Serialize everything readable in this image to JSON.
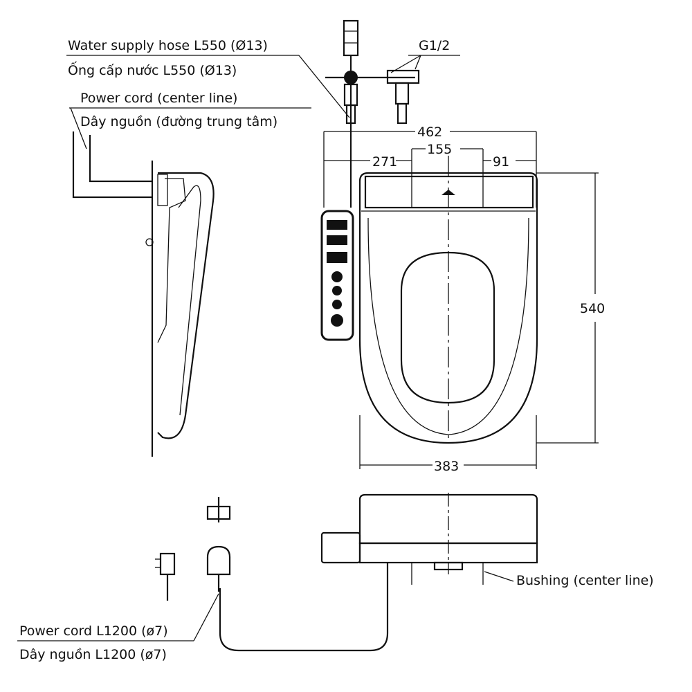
{
  "labels": {
    "water_hose_en": "Water supply hose L550 (Ø13)",
    "water_hose_vi": "Ống cấp nước L550 (Ø13)",
    "power_center_en": "Power cord (center line)",
    "power_center_vi": "Dây nguồn (đường trung tâm)",
    "thread": "G1/2",
    "power_cord_en": "Power cord L1200 (ø7)",
    "power_cord_vi": "Dây nguồn L1200 (ø7)",
    "bushing": "Bushing (center line)"
  },
  "dimensions": {
    "overall_width": "462",
    "left_offset": "271",
    "center_span": "155",
    "right_offset": "91",
    "depth": "540",
    "seat_width": "383"
  },
  "colors": {
    "line": "#111111",
    "background": "#ffffff"
  }
}
